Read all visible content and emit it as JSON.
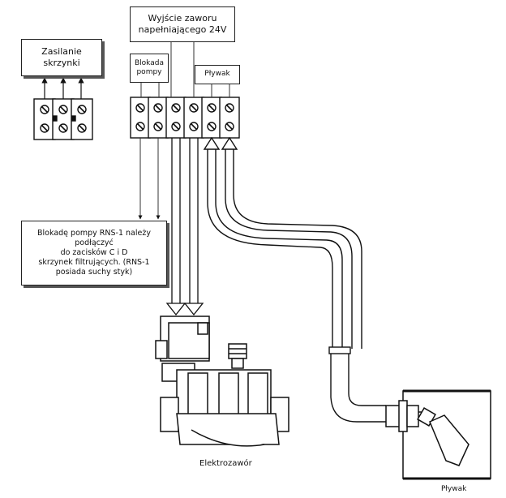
{
  "diagram": {
    "boxes": {
      "valve_output": "Wyjście zaworu\nnapełniającego 24V",
      "power_supply": "Zasilanie\nskrzynki",
      "pump_lock": "Blokada\npompy",
      "float_top": "Pływak",
      "note": "Blokadę pompy RNS-1 należy\npodłączyć\ndo zacisków C i D\nskrzynek filtrujących. (RNS-1\nposiada suchy styk)"
    },
    "labels": {
      "solenoid_valve": "Elektrozawór",
      "float_bottom": "Pływak"
    }
  }
}
